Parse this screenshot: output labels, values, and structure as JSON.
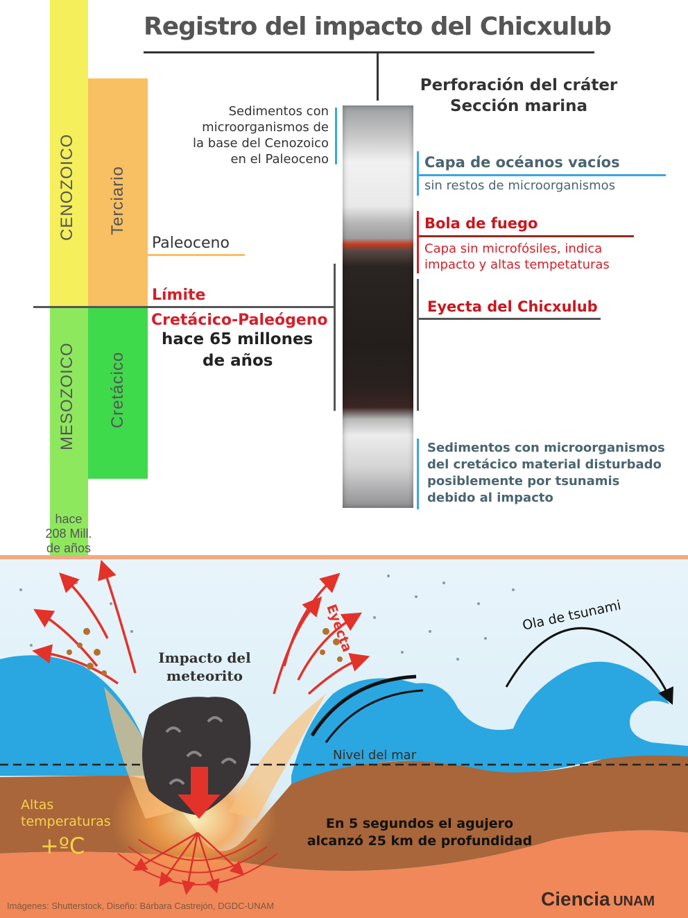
{
  "title": "Registro del impacto del Chicxulub",
  "eras": {
    "cenozoico": "CENOZOICO",
    "mesozoico": "MESOZOICO",
    "terciario": "Terciario",
    "cretacico": "Cretácico",
    "bottom_age": [
      "hace",
      "208 Mill.",
      "de años"
    ]
  },
  "timeline": {
    "paleoceno": "Paleoceno",
    "limite": "Límite",
    "cretacico_paleogeno": "Cretácico-Paleógeno",
    "hace_65": "hace 65 millones",
    "de_anos": "de años"
  },
  "core": {
    "heading_1": "Perforación del cráter",
    "heading_2": "Sección marina",
    "sed_cenozoico": [
      "Sedimentos con",
      "microorganismos de",
      "la base del Cenozoico",
      "en el Paleoceno"
    ],
    "capa_oceanos": "Capa de océanos vacíos",
    "capa_oceanos_sub": "sin restos de microorganismos",
    "bola_fuego": "Bola de fuego",
    "bola_fuego_sub": [
      "Capa sin microfósiles, indica",
      "impacto y altas tempetaturas"
    ],
    "eyecta": "Eyecta del Chicxulub",
    "sed_cretacico": [
      "Sedimentos con microorganismos",
      "del cretácico material disturbado",
      "posiblemente por tsunamis",
      "debido al impacto"
    ]
  },
  "impact": {
    "impacto": [
      "Impacto del",
      "meteorito"
    ],
    "eyecta": "Eyecta",
    "ola": "Ola de tsunami",
    "nivel_mar": "Nivel del mar",
    "altas": [
      "Altas",
      "temperaturas"
    ],
    "temp": "+ºC",
    "cinco_seg": [
      "En 5 segundos el agujero",
      "alcanzó 25 km de profundidad"
    ],
    "credit": "Imágenes: Shutterstock, Diseño: Bárbara Castrejón, DGDC-UNAM",
    "logo_ciencia": "Ciencia",
    "logo_unam": "UNAM"
  },
  "colors": {
    "cenozoico": "#f4ef5a",
    "terciario": "#f8bf63",
    "mesozoico": "#8ee85e",
    "cretacico": "#3fd94c",
    "red": "#d2202a",
    "blue_line": "#39a7dd"
  }
}
